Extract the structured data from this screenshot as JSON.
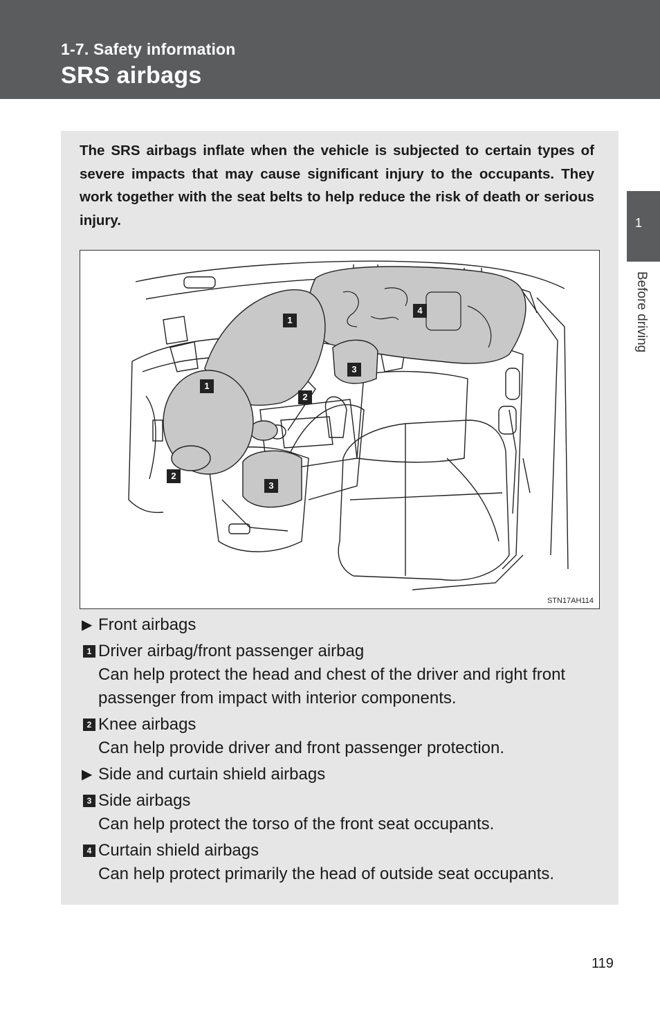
{
  "header": {
    "section": "1-7. Safety information",
    "title": "SRS airbags"
  },
  "side_tab": {
    "number": "1",
    "label": "Before driving"
  },
  "intro": "The SRS airbags inflate when the vehicle is subjected to certain types of severe impacts that may cause significant injury to the occupants. They work together with the seat belts to help reduce the risk of death or serious injury.",
  "figure": {
    "code": "STN17AH114",
    "callouts": [
      "1",
      "1",
      "2",
      "2",
      "3",
      "3",
      "4"
    ]
  },
  "list": {
    "front_heading": "Front airbags",
    "item1_num": "1",
    "item1_title": "Driver airbag/front passenger airbag",
    "item1_desc_line1": "Can help protect the head and chest of the driver and right front",
    "item1_desc_line2": "passenger from impact with interior components.",
    "item2_num": "2",
    "item2_title": "Knee airbags",
    "item2_desc": "Can help provide driver and front passenger protection.",
    "side_heading": "Side and curtain shield airbags",
    "item3_num": "3",
    "item3_title": "Side airbags",
    "item3_desc": "Can help protect the torso of the front seat occupants.",
    "item4_num": "4",
    "item4_title": "Curtain shield airbags",
    "item4_desc": "Can help protect primarily the head of outside seat occupants."
  },
  "page_number": "119",
  "colors": {
    "header_bg": "#5b5c5e",
    "content_bg": "#e6e6e6",
    "airbag_fill": "#c8c8c8"
  }
}
